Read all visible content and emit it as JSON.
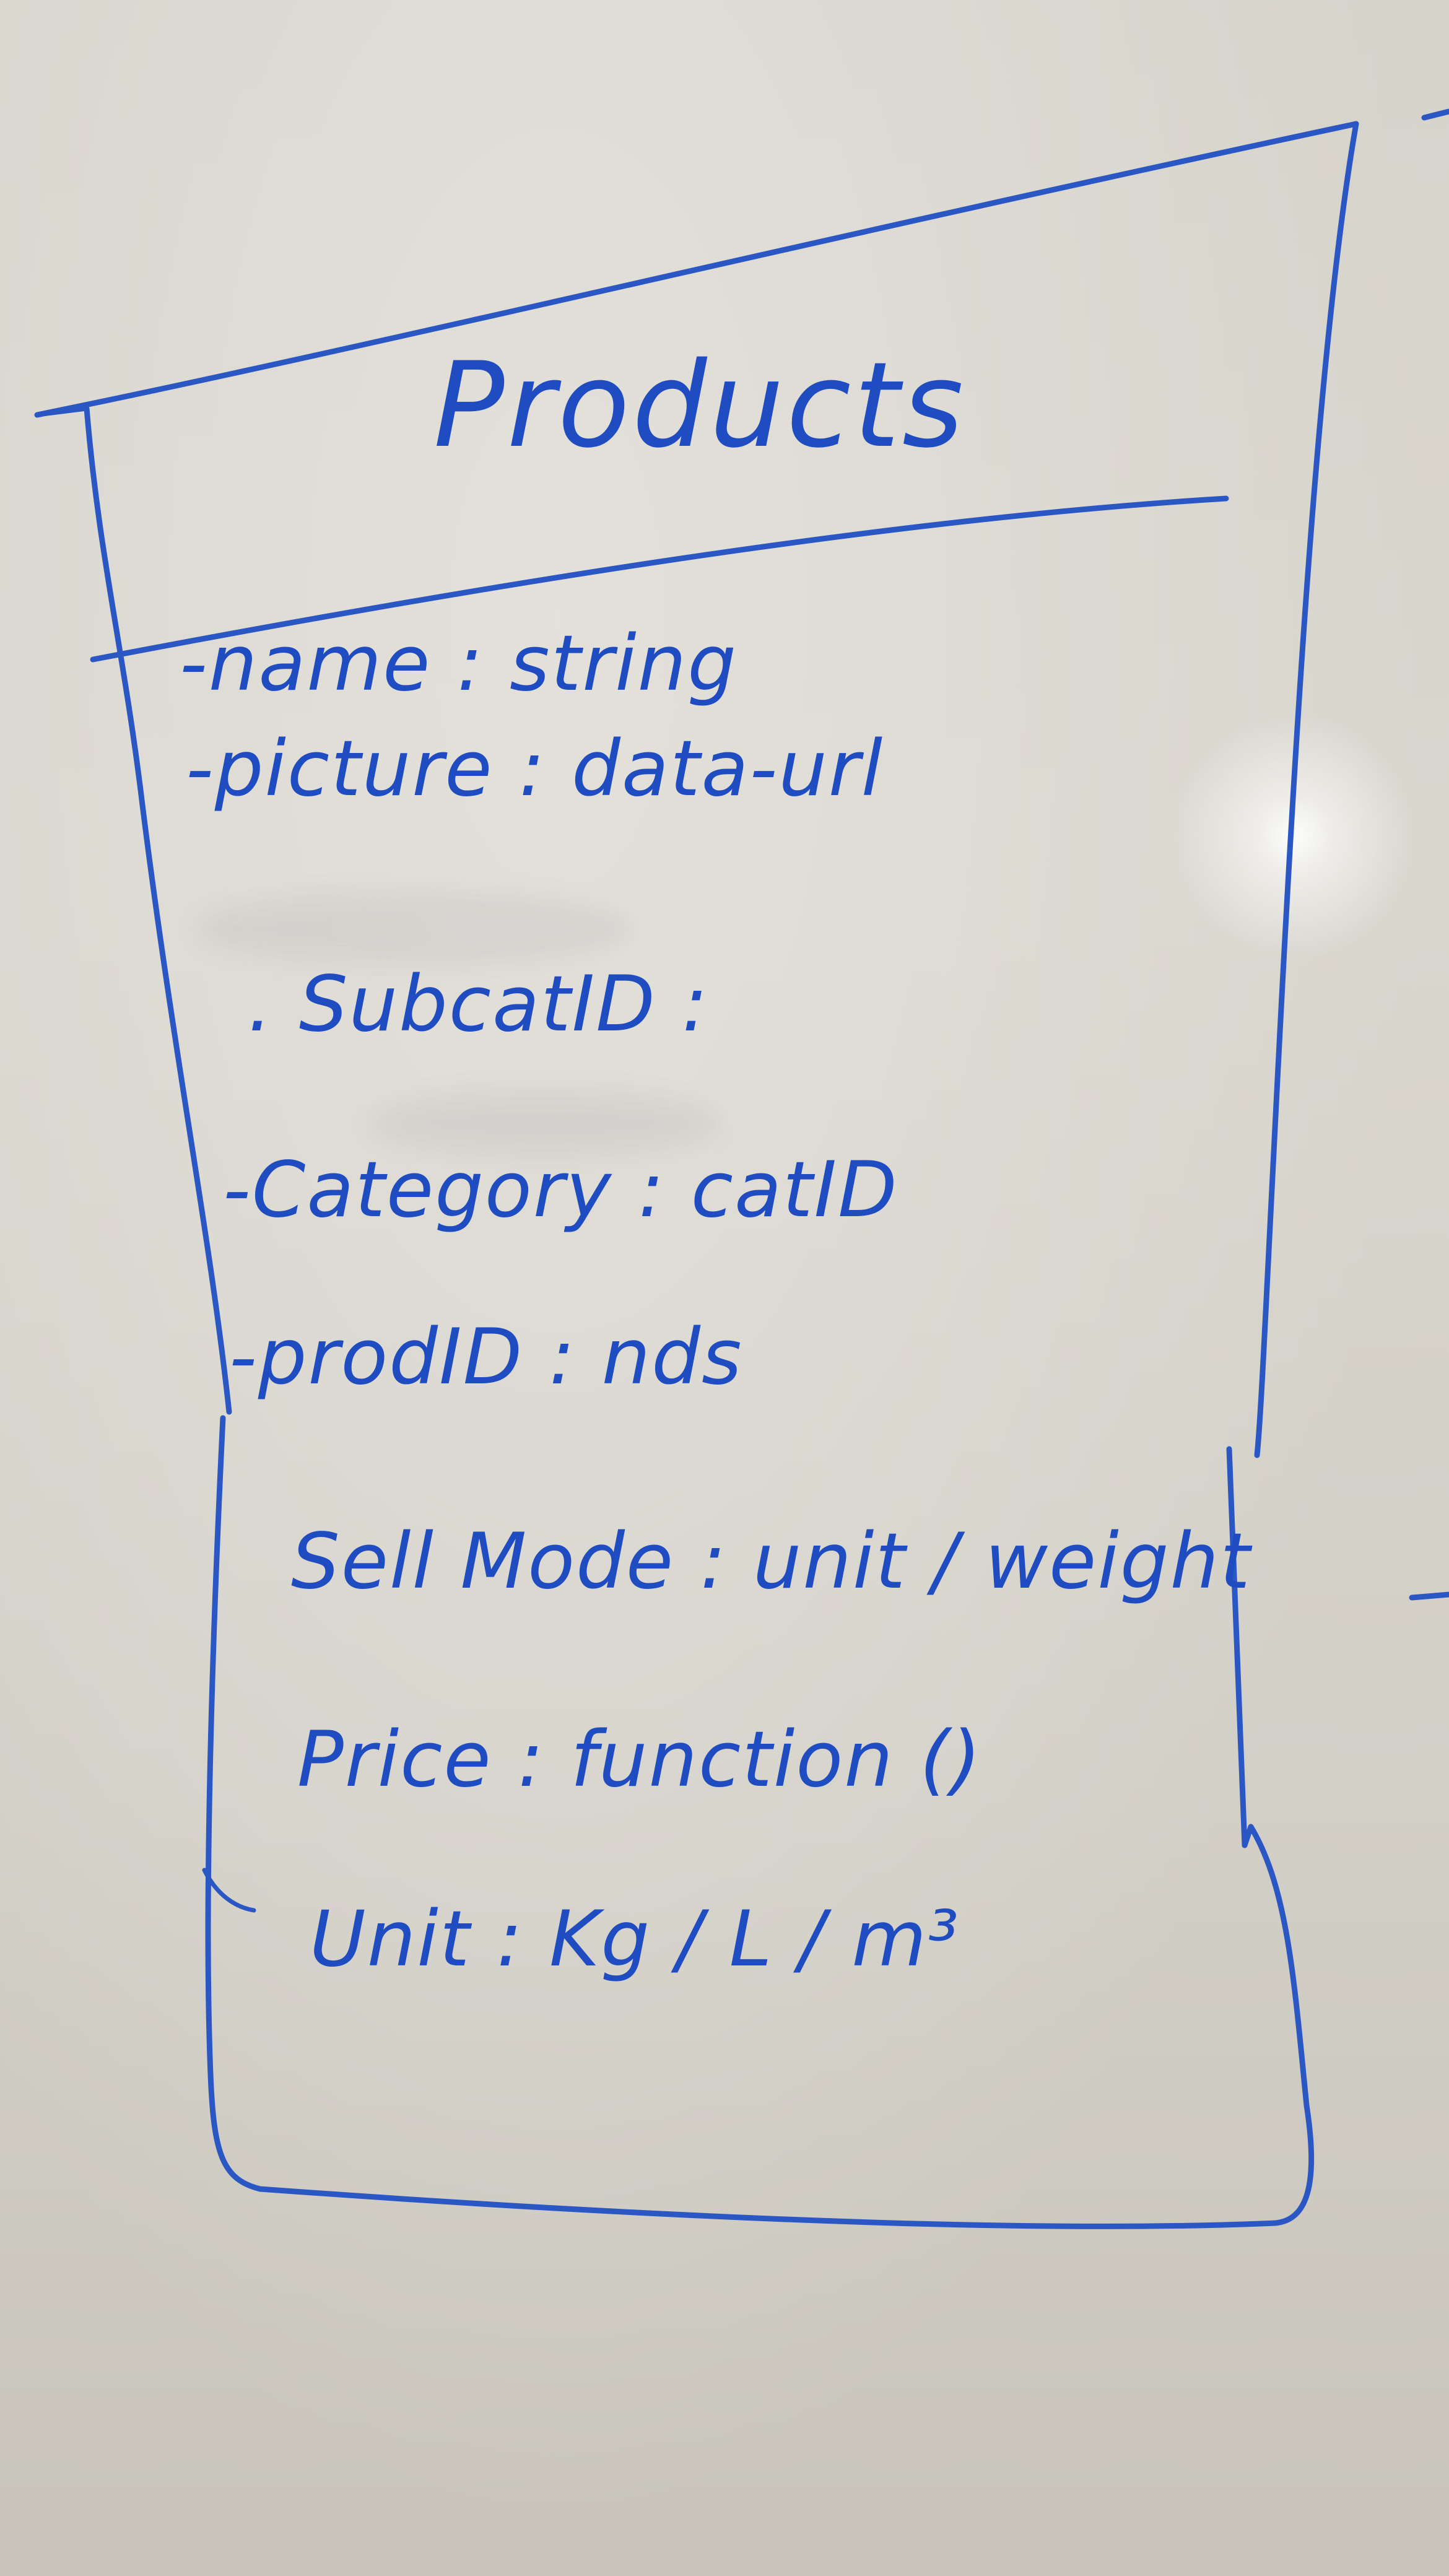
{
  "diagram": {
    "title": "Products",
    "attributes": [
      {
        "text": "-name : string"
      },
      {
        "text": "-picture : data-url"
      },
      {
        "text": ". SubcatID :"
      },
      {
        "text": "-Category : catID"
      },
      {
        "text": "-prodID : nds"
      },
      {
        "text": "Sell Mode : unit / weight"
      },
      {
        "text": "Price : function ()"
      },
      {
        "text": "Unit : Kg / L / m³"
      }
    ]
  },
  "colors": {
    "ink": "#2a57c4",
    "board": "#d6d3cb"
  }
}
